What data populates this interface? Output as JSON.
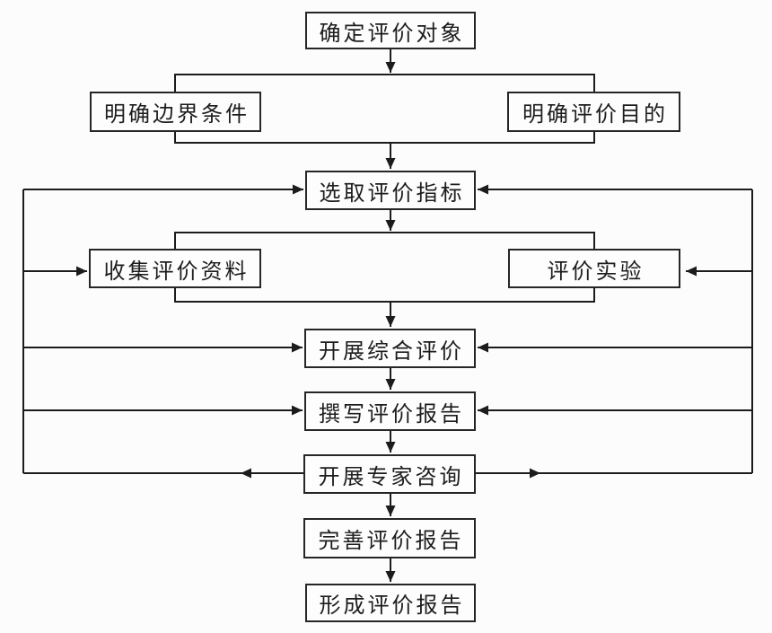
{
  "diagram": {
    "type": "flowchart",
    "language": "zh-CN",
    "background_color": "#fcfcfc",
    "line_color": "#1c1c1c",
    "box_fill_color": "#fdfdfd",
    "box_border_color": "#262626",
    "nodes": {
      "determine_object": {
        "label": "确定评价对象"
      },
      "boundary_conditions": {
        "label": "明确边界条件"
      },
      "evaluation_purpose": {
        "label": "明确评价目的"
      },
      "select_indicators": {
        "label": "选取评价指标"
      },
      "collect_materials": {
        "label": "收集评价资料"
      },
      "evaluation_experiment": {
        "label": "评价实验"
      },
      "comprehensive_evaluation": {
        "label": "开展综合评价"
      },
      "write_report": {
        "label": "撰写评价报告"
      },
      "expert_consultation": {
        "label": "开展专家咨询"
      },
      "improve_report": {
        "label": "完善评价报告"
      },
      "final_report": {
        "label": "形成评价报告"
      }
    },
    "edges": [
      {
        "from": "determine_object",
        "to": "boundary_conditions"
      },
      {
        "from": "determine_object",
        "to": "evaluation_purpose"
      },
      {
        "from": "boundary_conditions",
        "to": "select_indicators"
      },
      {
        "from": "evaluation_purpose",
        "to": "select_indicators"
      },
      {
        "from": "select_indicators",
        "to": "collect_materials"
      },
      {
        "from": "select_indicators",
        "to": "evaluation_experiment"
      },
      {
        "from": "collect_materials",
        "to": "comprehensive_evaluation"
      },
      {
        "from": "evaluation_experiment",
        "to": "comprehensive_evaluation"
      },
      {
        "from": "comprehensive_evaluation",
        "to": "write_report"
      },
      {
        "from": "write_report",
        "to": "expert_consultation"
      },
      {
        "from": "expert_consultation",
        "to": "improve_report"
      },
      {
        "from": "improve_report",
        "to": "final_report"
      },
      {
        "from": "expert_consultation",
        "to": "select_indicators",
        "type": "feedback-left"
      },
      {
        "from": "expert_consultation",
        "to": "collect_materials",
        "type": "feedback-left"
      },
      {
        "from": "expert_consultation",
        "to": "comprehensive_evaluation",
        "type": "feedback-left"
      },
      {
        "from": "expert_consultation",
        "to": "write_report",
        "type": "feedback-left"
      },
      {
        "from": "expert_consultation",
        "to": "select_indicators",
        "type": "feedback-right"
      },
      {
        "from": "expert_consultation",
        "to": "evaluation_experiment",
        "type": "feedback-right"
      },
      {
        "from": "expert_consultation",
        "to": "comprehensive_evaluation",
        "type": "feedback-right"
      },
      {
        "from": "expert_consultation",
        "to": "write_report",
        "type": "feedback-right"
      }
    ]
  }
}
